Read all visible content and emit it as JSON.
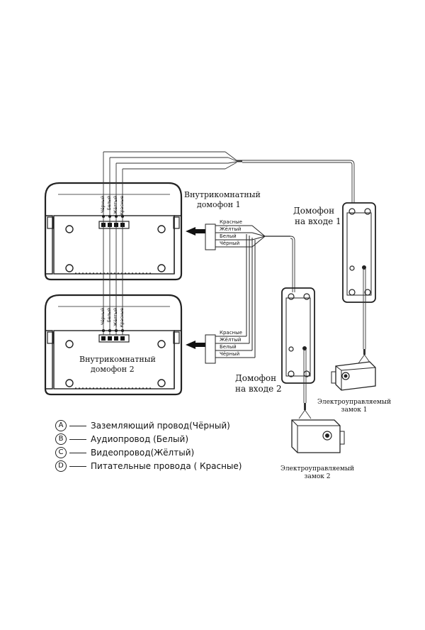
{
  "monitor1": {
    "label_line1": "Внутрикомнатный",
    "label_line2": "домофон 1"
  },
  "monitor2": {
    "label_line1": "Внутрикомнатный",
    "label_line2": "домофон 2"
  },
  "panel1": {
    "label_line1": "Домофон",
    "label_line2": "на входе 1"
  },
  "panel2": {
    "label_line1": "Домофон",
    "label_line2": "на входе 2"
  },
  "lock1": {
    "label_line1": "Электроуправляемый",
    "label_line2": "замок 1"
  },
  "lock2": {
    "label_line1": "Электроуправляемый",
    "label_line2": "замок 2"
  },
  "terminal_wires": [
    "Чёрный",
    "Белый",
    "Жёлтый",
    "Красные"
  ],
  "connector1_wires": [
    "Красные",
    "Жёлтый",
    "Белый",
    "Чёрный"
  ],
  "connector2_wires": [
    "Красные",
    "Жёлтый",
    "Белый",
    "Чёрный"
  ],
  "legend": [
    {
      "letter": "A",
      "text": "Заземляющий провод(Чёрный)"
    },
    {
      "letter": "B",
      "text": "Аудиопровод (Белый)"
    },
    {
      "letter": "C",
      "text": "Видеопровод(Жёлтый)"
    },
    {
      "letter": "D",
      "text": "Питательные провода ( Красные)"
    }
  ]
}
